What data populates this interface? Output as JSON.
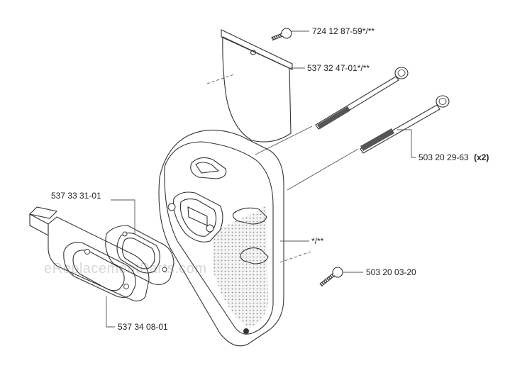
{
  "parts": {
    "screw_top": {
      "number": "724 12 87-59*/**"
    },
    "spark_screen": {
      "number": "537 32 47-01*/**"
    },
    "bolt": {
      "number": "503 20 29-63",
      "qty": "(x2)"
    },
    "muffler": {
      "number": "*/**"
    },
    "screw_bottom": {
      "number": "503 20 03-20"
    },
    "gasket_upper": {
      "number": "537 33 31-01"
    },
    "gasket_lower": {
      "number": "537 34 08-01"
    }
  },
  "watermark": {
    "text": "eReplacementParts.com"
  },
  "icons": [
    "screw-icon",
    "spark-screen-icon",
    "bolt-icon",
    "muffler-icon",
    "gasket-icon",
    "bracket-icon"
  ]
}
